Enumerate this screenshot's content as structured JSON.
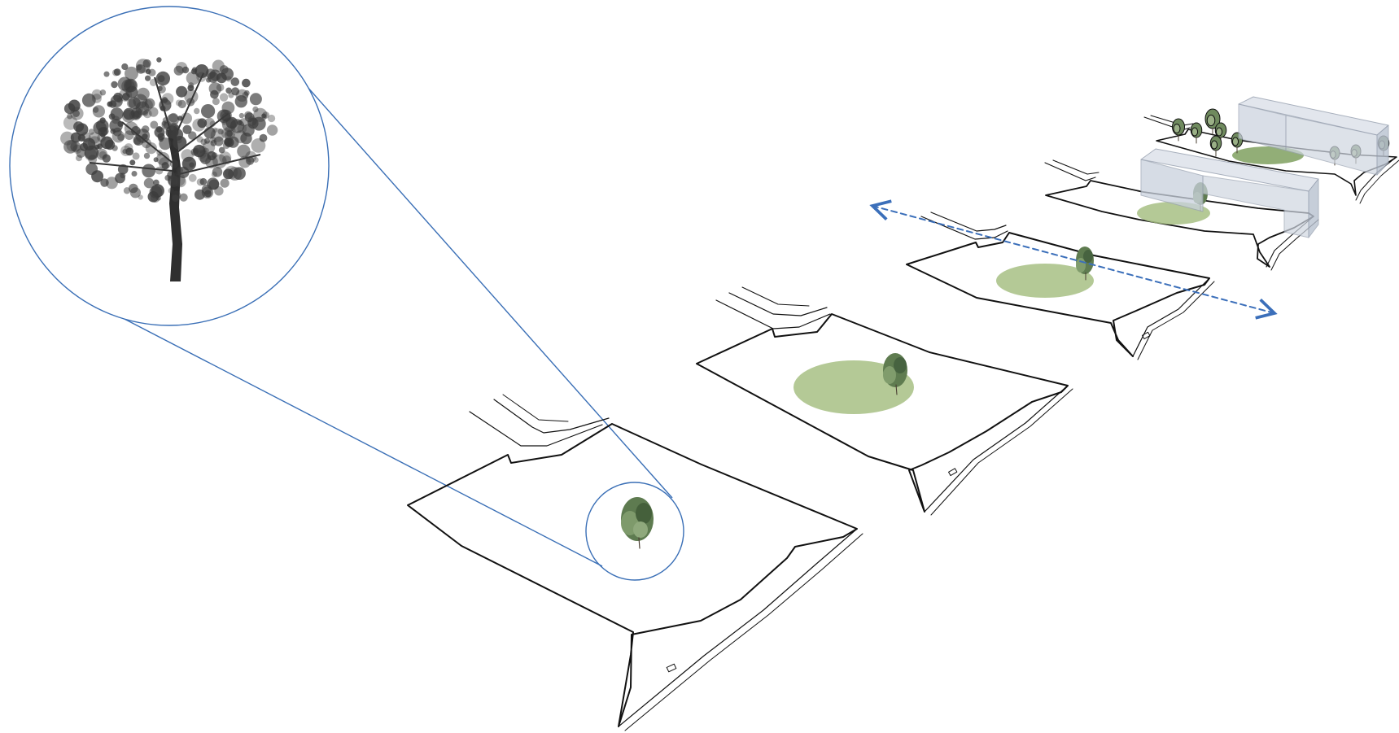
{
  "diagram": {
    "type": "exploded-axonometric-sequence",
    "stages": [
      {
        "label": "",
        "features": [
          "site-plan",
          "tree"
        ]
      },
      {
        "label": "",
        "features": [
          "site-plan",
          "tree",
          "canopy-zone"
        ]
      },
      {
        "label": "",
        "features": [
          "site-plan",
          "tree",
          "canopy-zone",
          "movement-axis"
        ]
      },
      {
        "label": "",
        "features": [
          "site-plan",
          "tree",
          "canopy-zone",
          "building-massing"
        ]
      },
      {
        "label": "",
        "features": [
          "site-plan",
          "trees",
          "planting",
          "building-massing"
        ]
      }
    ],
    "callout": {
      "subject": "tree-detail"
    },
    "colors": {
      "outline": "#111111",
      "callout_line": "#3a6fb6",
      "axis_arrow": "#3b6fba",
      "canopy_zone": "#a7bf84",
      "foliage_dark": "#4f6a43",
      "foliage_light": "#8ea77a",
      "building_fill": "#c9d1dd",
      "building_stroke": "#9aa3b2",
      "tree_detail": "#3c3c3c"
    }
  }
}
